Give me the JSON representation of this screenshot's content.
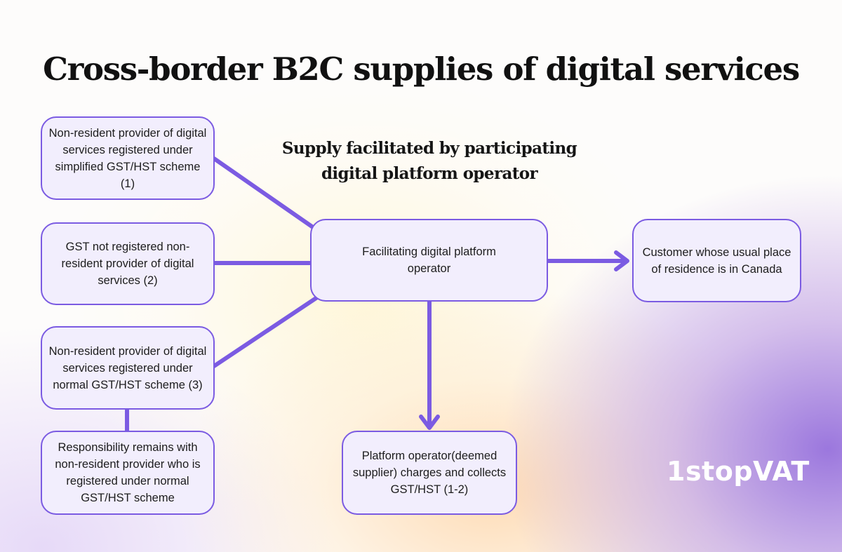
{
  "title": "Cross-border B2C supplies of digital services",
  "subtitle": "Supply facilitated by participating digital platform operator",
  "nodes": {
    "provider_simplified": "Non-resident provider of digital services registered under simplified GST/HST scheme (1)",
    "provider_not_registered": "GST not registered non-resident provider of digital services (2)",
    "provider_normal": "Non-resident provider of digital services registered under normal GST/HST scheme (3)",
    "responsibility": "Responsibility remains with non-resident provider who is registered under normal GST/HST scheme",
    "platform_operator": "Facilitating digital platform operator",
    "customer": "Customer whose usual place of residence is in Canada",
    "deemed_supplier": "Platform operator(deemed supplier) charges and collects GST/HST (1-2)"
  },
  "logo": "1stopVAT",
  "colors": {
    "accent": "#7b5be2",
    "box_fill": "#f2eefd",
    "text": "#1d1d1d"
  }
}
